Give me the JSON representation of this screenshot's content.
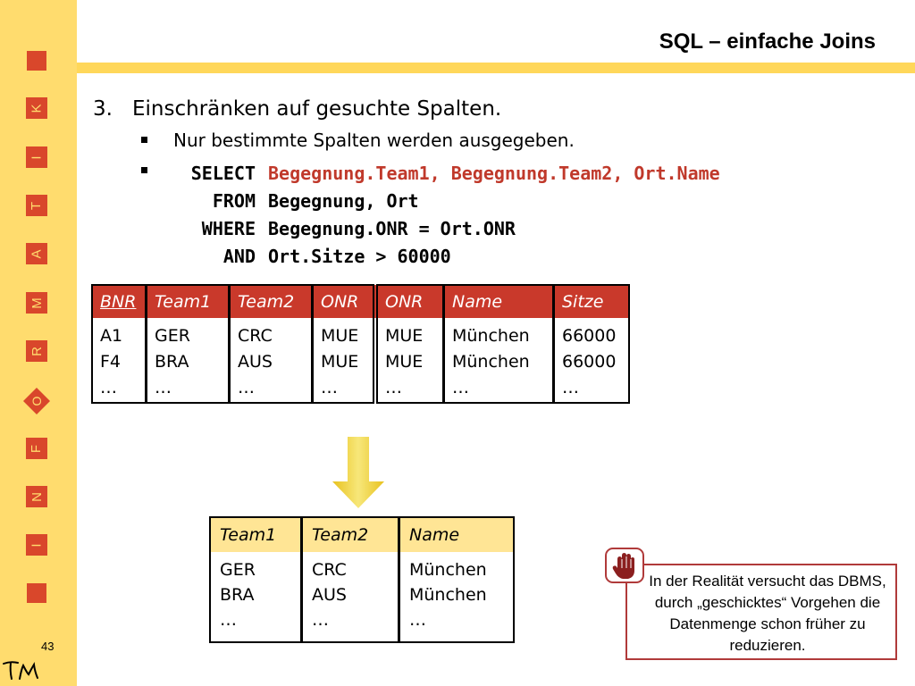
{
  "title": "SQL – einfache Joins",
  "sidebar": {
    "letters": [
      "K",
      "I",
      "T",
      "A",
      "M",
      "R",
      "O",
      "F",
      "N",
      "I"
    ],
    "page_number": "43",
    "logo_text": "TM"
  },
  "step": {
    "number": "3.",
    "text": "Einschränken auf gesuchte Spalten."
  },
  "bullet1": "Nur bestimmte Spalten werden ausgegeben.",
  "sql": {
    "select_kw": "SELECT",
    "select_cols": "Begegnung.Team1, Begegnung.Team2, Ort.Name",
    "from_kw": "FROM",
    "from_tables": "Begegnung, Ort",
    "where_kw": "WHERE",
    "where_cond": "Begegnung.ONR = Ort.ONR",
    "and_kw": "AND",
    "and_cond": "Ort.Sitze > 60000"
  },
  "table1": {
    "headers": [
      "BNR",
      "Team1",
      "Team2",
      "ONR",
      "ONR",
      "Name",
      "Sitze"
    ],
    "columns": [
      "A1\nF4\n…",
      "GER\nBRA\n…",
      "CRC\nAUS\n…",
      "MUE\nMUE\n…",
      "MUE\nMUE\n…",
      "München\nMünchen\n…",
      "66000\n66000\n…"
    ]
  },
  "table2": {
    "headers": [
      "Team1",
      "Team2",
      "Name"
    ],
    "columns": [
      "GER\nBRA\n…",
      "CRC\nAUS\n…",
      "München\nMünchen\n…"
    ]
  },
  "note": {
    "text": "In der Realität versucht das DBMS, durch „geschicktes“ Vorgehen die Datenmenge schon früher zu reduzieren.",
    "icon": "stop-hand-icon"
  },
  "colors": {
    "sidebar": "#ffdc6e",
    "accent_red": "#c9392b",
    "header_yellow": "#ffe595",
    "arrow_yellow": "#f2d027"
  }
}
